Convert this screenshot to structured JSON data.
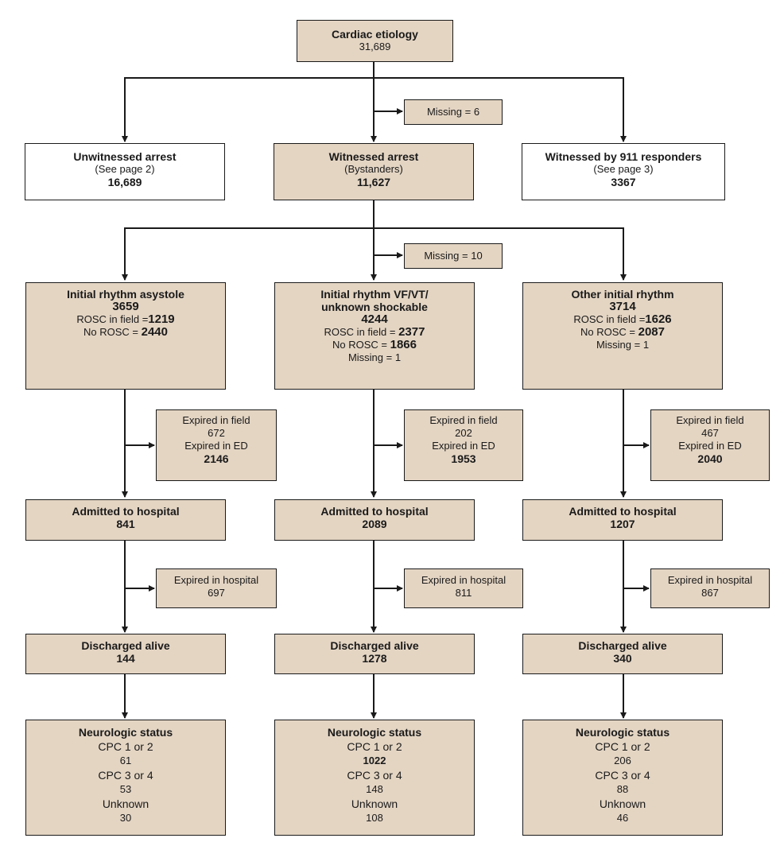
{
  "root": {
    "title": "Cardiac etiology",
    "count": "31,689"
  },
  "missing_top": "Missing = 6",
  "missing_mid": "Missing = 10",
  "unwitnessed": {
    "title": "Unwitnessed arrest",
    "note": "(See page 2)",
    "count": "16,689"
  },
  "witnessed": {
    "title": "Witnessed arrest",
    "note": "(Bystanders)",
    "count": "11,627"
  },
  "witnessed911": {
    "title": "Witnessed by 911 responders",
    "note": "(See page 3)",
    "count": "3367"
  },
  "columns": [
    {
      "rhythm": {
        "title_lines": [
          "Initial rhythm asystole"
        ],
        "count": "3659",
        "rosc_label": "ROSC in field =",
        "rosc_value": "1219",
        "norosc_label": "No ROSC =",
        "norosc_value": "2440",
        "missing": ""
      },
      "expired": {
        "field_label": "Expired in field",
        "field_value": "672",
        "ed_label": "Expired in ED",
        "ed_value": "2146"
      },
      "admitted": {
        "title": "Admitted to hospital",
        "count": "841"
      },
      "expired_hosp": {
        "label": "Expired in hospital",
        "value": "697"
      },
      "discharged": {
        "title": "Discharged alive",
        "count": "144"
      },
      "neuro": {
        "title": "Neurologic status",
        "cpc12_label": "CPC 1 or 2",
        "cpc12_value": "61",
        "cpc34_label": "CPC 3 or 4",
        "cpc34_value": "53",
        "unknown_label": "Unknown",
        "unknown_value": "30"
      }
    },
    {
      "rhythm": {
        "title_lines": [
          "Initial rhythm VF/VT/",
          "unknown shockable"
        ],
        "count": "4244",
        "rosc_label": "ROSC in field =",
        "rosc_value": "2377",
        "norosc_label": "No ROSC =",
        "norosc_value": "1866",
        "missing": "Missing = 1"
      },
      "expired": {
        "field_label": "Expired in field",
        "field_value": "202",
        "ed_label": "Expired in ED",
        "ed_value": "1953"
      },
      "admitted": {
        "title": "Admitted to hospital",
        "count": "2089"
      },
      "expired_hosp": {
        "label": "Expired in hospital",
        "value": "811"
      },
      "discharged": {
        "title": "Discharged alive",
        "count": "1278"
      },
      "neuro": {
        "title": "Neurologic status",
        "cpc12_label": "CPC 1 or 2",
        "cpc12_value": "1022",
        "cpc34_label": "CPC 3 or 4",
        "cpc34_value": "148",
        "unknown_label": "Unknown",
        "unknown_value": "108"
      }
    },
    {
      "rhythm": {
        "title_lines": [
          "Other initial rhythm"
        ],
        "count": "3714",
        "rosc_label": "ROSC in field =",
        "rosc_value": "1626",
        "norosc_label": "No ROSC =",
        "norosc_value": "2087",
        "missing": "Missing = 1"
      },
      "expired": {
        "field_label": "Expired in field",
        "field_value": "467",
        "ed_label": "Expired in ED",
        "ed_value": "2040"
      },
      "admitted": {
        "title": "Admitted to hospital",
        "count": "1207"
      },
      "expired_hosp": {
        "label": "Expired in hospital",
        "value": "867"
      },
      "discharged": {
        "title": "Discharged alive",
        "count": "340"
      },
      "neuro": {
        "title": "Neurologic status",
        "cpc12_label": "CPC 1 or 2",
        "cpc12_value": "206",
        "cpc34_label": "CPC 3 or 4",
        "cpc34_value": "88",
        "unknown_label": "Unknown",
        "unknown_value": "46"
      }
    }
  ]
}
